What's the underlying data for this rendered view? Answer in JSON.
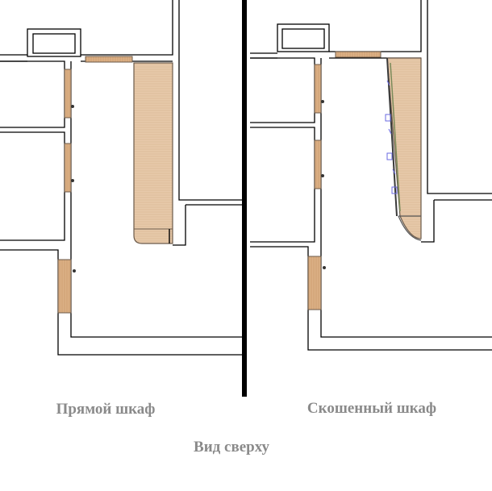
{
  "captions": {
    "straight": "Прямой шкаф",
    "slanted": "Скошенный шкаф",
    "view": "Вид сверху"
  },
  "colors": {
    "background": "#ffffff",
    "wall_line": "#000000",
    "divider": "#000000",
    "wood_light": "#e6c7a6",
    "wood_door": "#d9ad7e",
    "wood_edge": "#6b5a4a",
    "caption_text": "#8a8a8a",
    "cad_marker": "#6a6ae0"
  }
}
